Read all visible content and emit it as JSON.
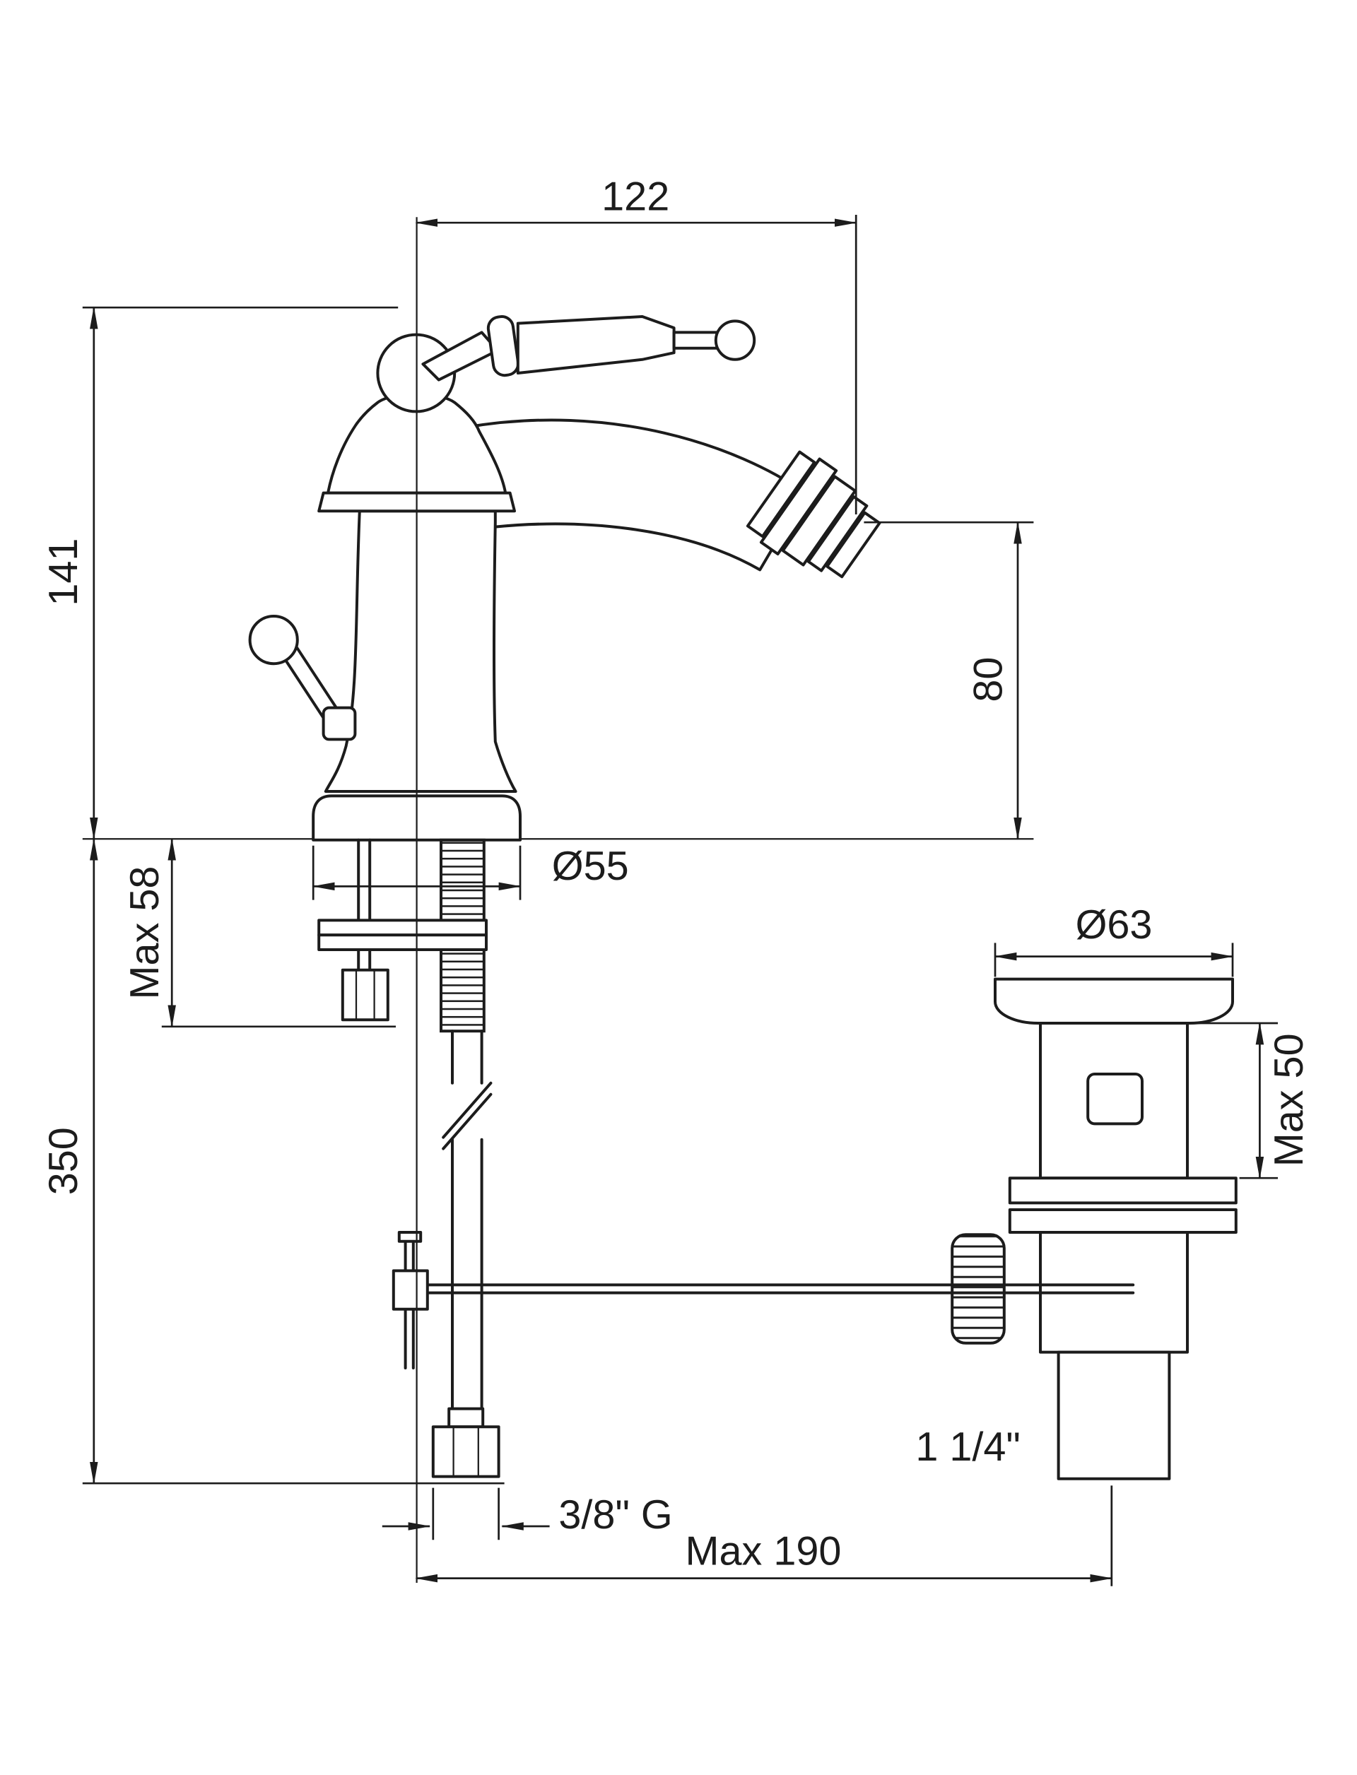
{
  "drawing": {
    "subject": "bidet-single-lever-mixer-technical-dimension-drawing",
    "background": "#ffffff",
    "line_color": "#1c1c1c",
    "labels": {
      "spout_reach": "122",
      "body_height": "141",
      "spout_height": "80",
      "base_diameter": "Ø55",
      "deck_thickness": "Max 58",
      "supply_hose_length": "350",
      "waste_flange_diameter": "Ø63",
      "waste_clamp_range": "Max 50",
      "waste_thread": "1 1/4\"",
      "supply_thread": "3/8\" G",
      "popup_rod_reach": "Max 190"
    }
  }
}
